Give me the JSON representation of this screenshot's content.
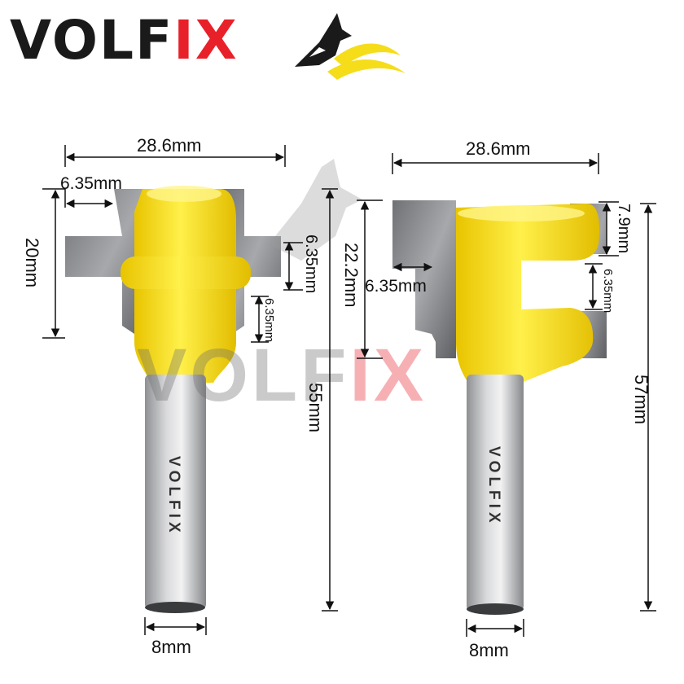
{
  "brand": {
    "name_part1": "VOLF",
    "name_part2": "IX",
    "shank_text": "VOLFIX",
    "watermark_part1": "VOLF",
    "watermark_part2": "IX",
    "dark_color": "#1a1a1a",
    "accent_color": "#e8202a",
    "yellow_color": "#f5dd1a",
    "icon": "wolf-head-icon"
  },
  "bit_left": {
    "width": "28.6mm",
    "shoulder": "6.35mm",
    "head_height": "20mm",
    "slot_upper": "6.35mm",
    "slot_lower": "6.35mm",
    "total_length": "55mm",
    "shank": "8mm"
  },
  "bit_right": {
    "width": "28.6mm",
    "top_flange": "7.9mm",
    "cutter_height": "22.2mm",
    "depth": "6.35mm",
    "slot": "6.35mm",
    "total_length": "57mm",
    "shank": "8mm"
  }
}
